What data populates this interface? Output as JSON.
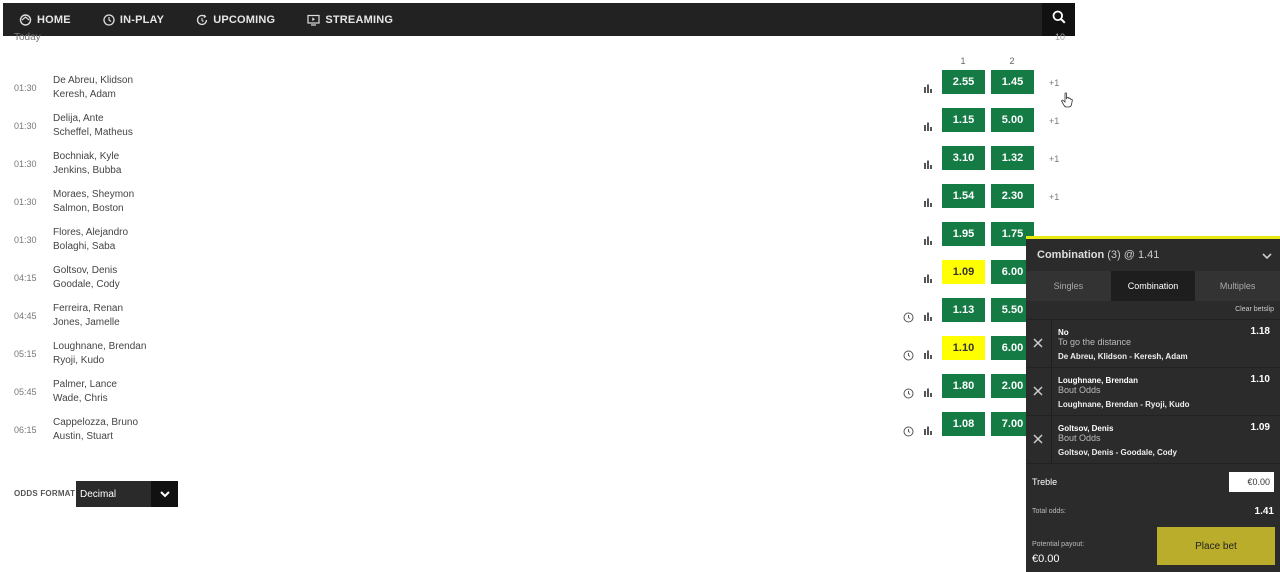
{
  "nav": {
    "items": [
      {
        "label": "HOME",
        "icon": "home-icon"
      },
      {
        "label": "IN-PLAY",
        "icon": "clock-icon"
      },
      {
        "label": "UPCOMING",
        "icon": "refresh-clock-icon"
      },
      {
        "label": "STREAMING",
        "icon": "monitor-play-icon"
      }
    ],
    "search_icon": "search-icon"
  },
  "list": {
    "date_header": "Today",
    "header_right": "10",
    "col1": "1",
    "col2": "2"
  },
  "events": [
    {
      "time": "01:30",
      "p1": "De Abreu, Klidson",
      "p2": "Keresh, Adam",
      "odd1": "2.55",
      "odd2": "1.45",
      "more": "+1",
      "clock": false,
      "sel1": false
    },
    {
      "time": "01:30",
      "p1": "Delija, Ante",
      "p2": "Scheffel, Matheus",
      "odd1": "1.15",
      "odd2": "5.00",
      "more": "+1",
      "clock": false,
      "sel1": false
    },
    {
      "time": "01:30",
      "p1": "Bochniak, Kyle",
      "p2": "Jenkins, Bubba",
      "odd1": "3.10",
      "odd2": "1.32",
      "more": "+1",
      "clock": false,
      "sel1": false
    },
    {
      "time": "01:30",
      "p1": "Moraes, Sheymon",
      "p2": "Salmon, Boston",
      "odd1": "1.54",
      "odd2": "2.30",
      "more": "+1",
      "clock": false,
      "sel1": false
    },
    {
      "time": "01:30",
      "p1": "Flores, Alejandro",
      "p2": "Bolaghi, Saba",
      "odd1": "1.95",
      "odd2": "1.75",
      "more": "",
      "clock": false,
      "sel1": false
    },
    {
      "time": "04:15",
      "p1": "Goltsov, Denis",
      "p2": "Goodale, Cody",
      "odd1": "1.09",
      "odd2": "6.00",
      "more": "",
      "clock": false,
      "sel1": true
    },
    {
      "time": "04:45",
      "p1": "Ferreira, Renan",
      "p2": "Jones, Jamelle",
      "odd1": "1.13",
      "odd2": "5.50",
      "more": "",
      "clock": true,
      "sel1": false
    },
    {
      "time": "05:15",
      "p1": "Loughnane, Brendan",
      "p2": "Ryoji, Kudo",
      "odd1": "1.10",
      "odd2": "6.00",
      "more": "",
      "clock": true,
      "sel1": true
    },
    {
      "time": "05:45",
      "p1": "Palmer, Lance",
      "p2": "Wade, Chris",
      "odd1": "1.80",
      "odd2": "2.00",
      "more": "",
      "clock": true,
      "sel1": false
    },
    {
      "time": "06:15",
      "p1": "Cappelozza, Bruno",
      "p2": "Austin, Stuart",
      "odd1": "1.08",
      "odd2": "7.00",
      "more": "",
      "clock": true,
      "sel1": false
    }
  ],
  "odds_format": {
    "label": "ODDS FORMAT",
    "value": "Decimal"
  },
  "betslip": {
    "title": "Combination",
    "title_odds": "(3) @ 1.41",
    "tabs": [
      "Singles",
      "Combination",
      "Multiples"
    ],
    "active_tab": "Combination",
    "clear_label": "Clear betslip",
    "selections": [
      {
        "line1": "No",
        "line2": "To go the distance",
        "line3": "De Abreu, Klidson - Keresh, Adam",
        "price": "1.18"
      },
      {
        "line1": "Loughnane, Brendan",
        "line2": "Bout Odds",
        "line3": "Loughnane, Brendan - Ryoji, Kudo",
        "price": "1.10"
      },
      {
        "line1": "Goltsov, Denis",
        "line2": "Bout Odds",
        "line3": "Goltsov, Denis - Goodale, Cody",
        "price": "1.09"
      }
    ],
    "treble_label": "Treble",
    "stake_value": "€0.00",
    "total_odds_label": "Total odds:",
    "total_odds_value": "1.41",
    "payout_label": "Potential payout:",
    "payout_value": "€0.00",
    "place_bet_label": "Place bet"
  },
  "colors": {
    "odds_green": "#147b45",
    "selected_yellow": "#ffff00",
    "betslip_accent": "#e8e80f",
    "place_bet": "#b9ad2b"
  }
}
